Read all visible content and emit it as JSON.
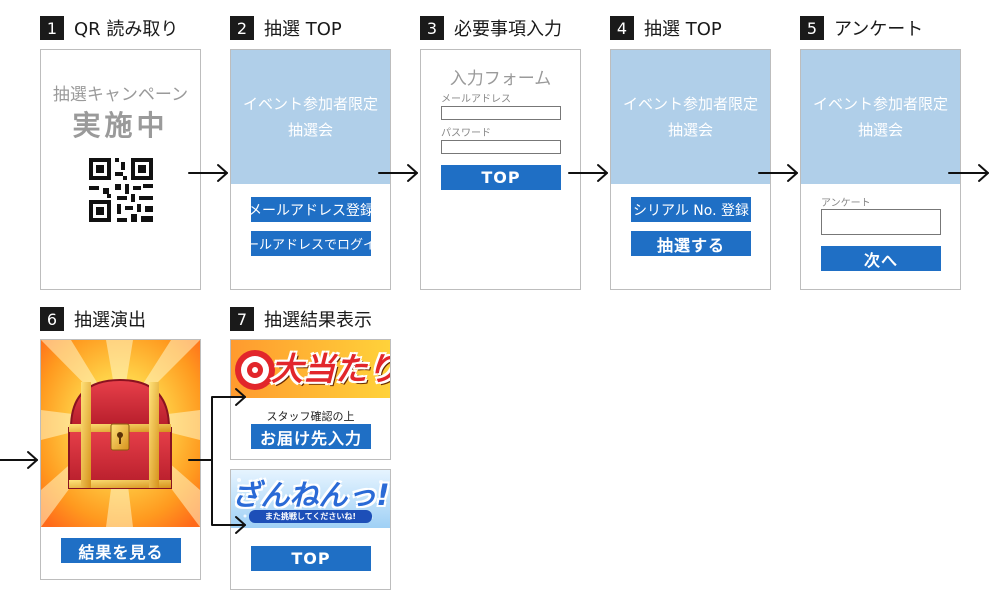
{
  "steps": [
    {
      "num": "1",
      "title": "QR 読み取り"
    },
    {
      "num": "2",
      "title": "抽選 TOP"
    },
    {
      "num": "3",
      "title": "必要事項入力"
    },
    {
      "num": "4",
      "title": "抽選 TOP"
    },
    {
      "num": "5",
      "title": "アンケート"
    },
    {
      "num": "6",
      "title": "抽選演出"
    },
    {
      "num": "7",
      "title": "抽選結果表示"
    }
  ],
  "screen1": {
    "campaign": "抽選キャンペーン",
    "status": "実施中"
  },
  "screen2": {
    "header": "イベント参加者限定\n抽選会",
    "register_button": "メールアドレス登録",
    "login_button": "メールアドレスでログイン"
  },
  "screen3": {
    "form_title": "入力フォーム",
    "email_label": "メールアドレス",
    "email_value": "",
    "password_label": "パスワード",
    "password_value": "",
    "top_button": "TOP"
  },
  "screen4": {
    "header": "イベント参加者限定\n抽選会",
    "serial_button": "シリアル No. 登録",
    "draw_button": "抽選する"
  },
  "screen5": {
    "header": "イベント参加者限定\n抽選会",
    "survey_label": "アンケート",
    "survey_value": "",
    "next_button": "次へ"
  },
  "screen6": {
    "result_button": "結果を見る"
  },
  "screen7_win": {
    "banner_text": "大当たり!!!",
    "note": "スタッフ確認の上",
    "address_button": "お届け先入力"
  },
  "screen7_lose": {
    "banner_text": "ざんねんっ!",
    "banner_sub": "また挑戦してくださいね!",
    "top_button": "TOP"
  },
  "colors": {
    "button_blue": "#1f6fc5",
    "header_blue": "#b0cfe9",
    "step_badge": "#1a1a1a"
  }
}
